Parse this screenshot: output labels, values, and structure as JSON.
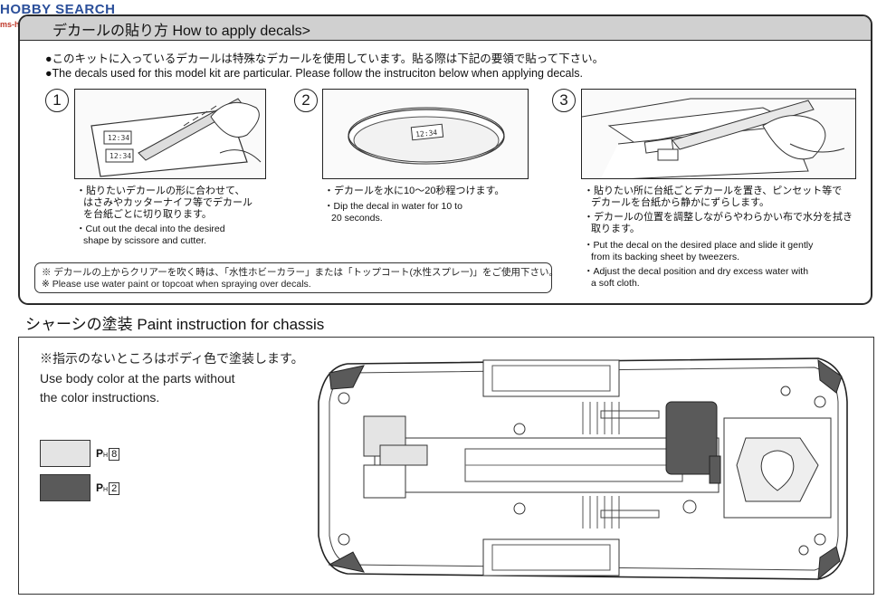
{
  "watermark": {
    "main": "HOBBY SEARCH",
    "sub": "ms-hobby.com"
  },
  "decals": {
    "title": "デカールの貼り方 How to apply decals>",
    "intro_jp": "●このキットに入っているデカールは特殊なデカールを使用しています。貼る際は下記の要領で貼って下さい。",
    "intro_en": "●The decals used for this model kit are particular. Please follow the instruciton below when applying decals.",
    "steps": [
      {
        "num": "1",
        "jp": [
          "・貼りたいデカールの形に合わせて、",
          "はさみやカッターナイフ等でデカール",
          "を台紙ごとに切り取ります。"
        ],
        "en": [
          "・Cut out the decal into the desired",
          "shape by scissore and cutter."
        ]
      },
      {
        "num": "2",
        "jp": [
          "・デカールを水に10～20秒程つけます。"
        ],
        "en": [
          "・Dip the decal in water for 10 to",
          "20 seconds."
        ]
      },
      {
        "num": "3",
        "jp": [
          "・貼りたい所に台紙ごとデカールを置き、ピンセット等で",
          "デカールを台紙から静かにずらします。",
          "・デカールの位置を調整しながらやわらかい布で水分を拭き",
          "取ります。"
        ],
        "en": [
          "・Put the decal on the desired place and slide it gently",
          "from its backing sheet by tweezers.",
          "・Adjust the decal position and dry excess water with",
          "a soft cloth."
        ]
      }
    ],
    "decal_label": "12:34",
    "notes": [
      "※ デカールの上からクリアーを吹く時は、「水性ホビーカラー」または「トップコート(水性スプレー)」をご使用下さい。",
      "※ Please use water paint or topcoat when spraying over decals."
    ]
  },
  "chassis": {
    "title": "シャーシの塗装 Paint instruction for chassis",
    "note_jp": "※指示のないところはボディ色で塗装します。",
    "note_en": [
      "Use body color at the parts without",
      "the color instructions."
    ],
    "legend": [
      {
        "code": "8",
        "prefix": "P",
        "sub": "H",
        "shade": "light",
        "color": "#e4e4e4"
      },
      {
        "code": "2",
        "prefix": "P",
        "sub": "H",
        "shade": "dark",
        "color": "#5a5a5a"
      }
    ]
  }
}
